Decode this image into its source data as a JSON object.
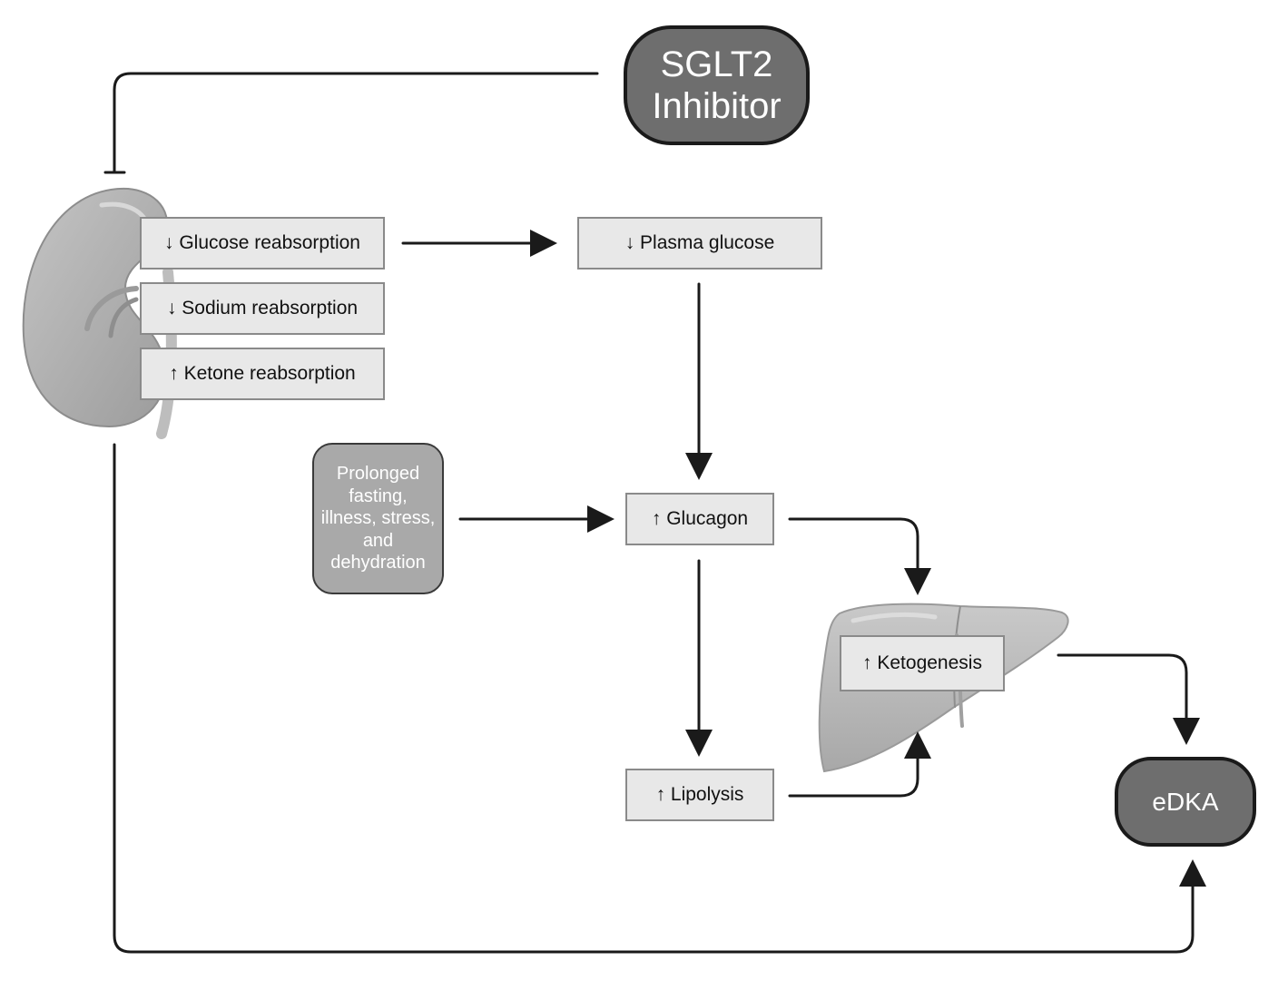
{
  "nodes": {
    "sglt2": "SGLT2\nInhibitor",
    "glucose_reabsorption": "↓ Glucose reabsorption",
    "sodium_reabsorption": "↓ Sodium reabsorption",
    "ketone_reabsorption": "↑ Ketone reabsorption",
    "plasma_glucose": "↓ Plasma glucose",
    "conditions": "Prolonged fasting, illness, stress, and dehydration",
    "glucagon": "↑ Glucagon",
    "lipolysis": "↑ Lipolysis",
    "ketogenesis": "↑ Ketogenesis",
    "edka": "eDKA"
  },
  "colors": {
    "arrow": "#1a1a1a",
    "box_fill": "#e8e8e8",
    "box_border": "#8a8a8a",
    "pill_fill": "#6e6e6e",
    "condition_fill": "#a9a9a9",
    "organ_fill": "#b5b5b5"
  },
  "icons": [
    "kidney-icon",
    "liver-icon"
  ]
}
